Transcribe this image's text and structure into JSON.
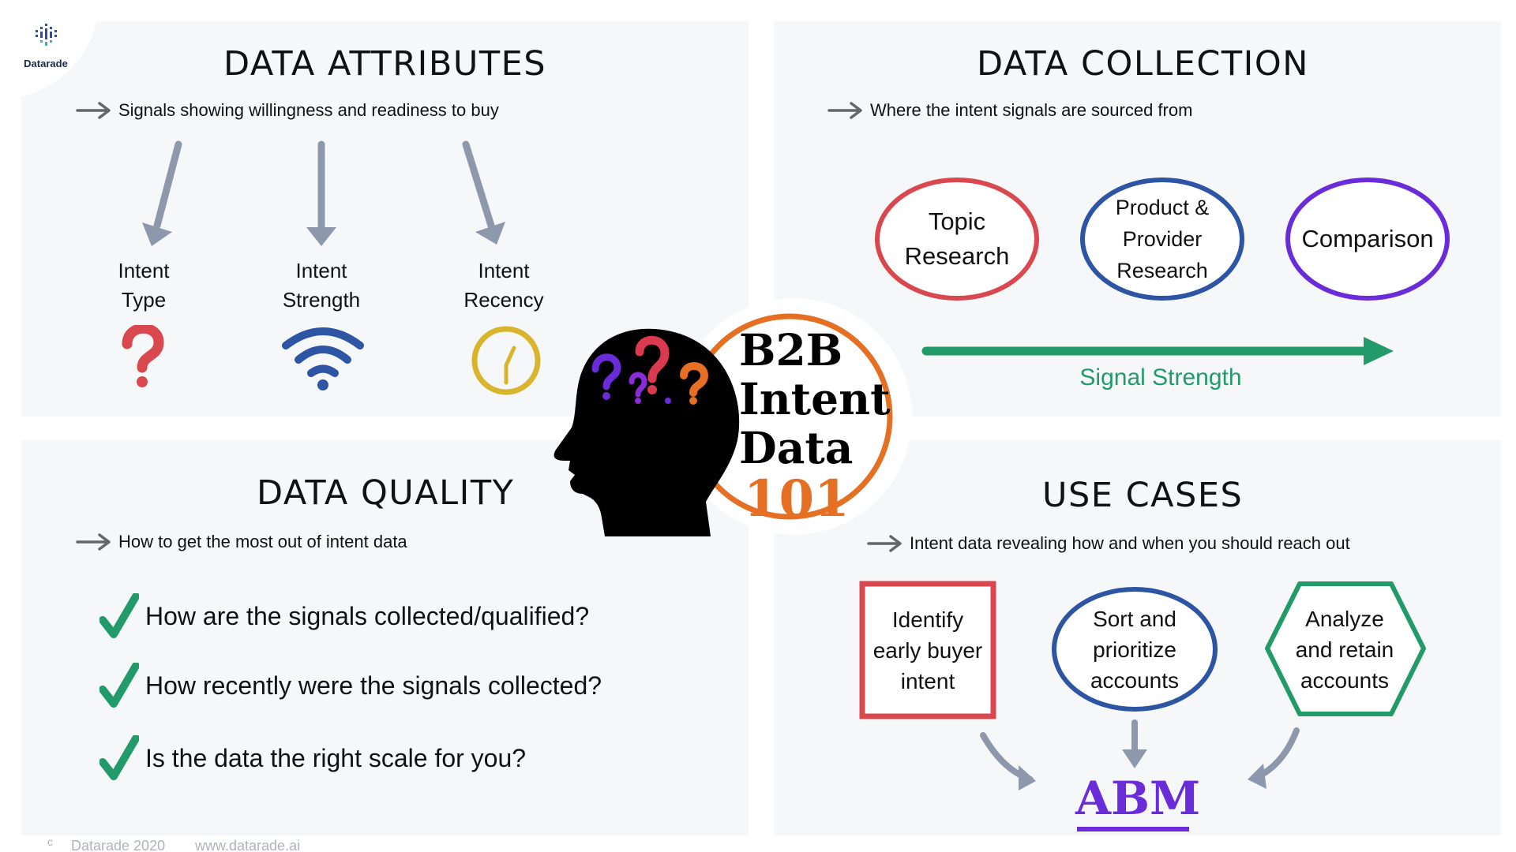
{
  "brand": {
    "name": "Datarade"
  },
  "center": {
    "line1": "B2B",
    "line2": "Intent",
    "line3": "Data",
    "number": "101"
  },
  "attributes": {
    "title": "DATA ATTRIBUTES",
    "subtitle": "Signals showing willingness and readiness to buy",
    "items": [
      {
        "line1": "Intent",
        "line2": "Type",
        "icon": "question-mark-icon"
      },
      {
        "line1": "Intent",
        "line2": "Strength",
        "icon": "wifi-icon"
      },
      {
        "line1": "Intent",
        "line2": "Recency",
        "icon": "clock-icon"
      }
    ]
  },
  "collection": {
    "title": "DATA COLLECTION",
    "subtitle": "Where the intent signals are sourced from",
    "sources": [
      {
        "lines": [
          "Topic",
          "Research"
        ],
        "color": "#d9484f"
      },
      {
        "lines": [
          "Product &",
          "Provider",
          "Research"
        ],
        "color": "#2e55a3"
      },
      {
        "lines": [
          "Comparison"
        ],
        "color": "#6a2bd8"
      }
    ],
    "strength_label": "Signal Strength",
    "strength_color": "#229a6a"
  },
  "quality": {
    "title": "DATA QUALITY",
    "subtitle": "How to get the most out of intent data",
    "questions": [
      "How are the signals collected/qualified?",
      "How recently were the signals collected?",
      "Is the data the right scale for you?"
    ],
    "check_color": "#229a6a"
  },
  "use_cases": {
    "title": "USE CASES",
    "subtitle": "Intent data revealing how and when you should reach out",
    "items": [
      {
        "lines": [
          "Identify",
          "early buyer",
          "intent"
        ],
        "shape": "rectangle",
        "color": "#d9484f"
      },
      {
        "lines": [
          "Sort and",
          "prioritize",
          "accounts"
        ],
        "shape": "ellipse",
        "color": "#2e55a3"
      },
      {
        "lines": [
          "Analyze",
          "and retain",
          "accounts"
        ],
        "shape": "hexagon",
        "color": "#229a6a"
      }
    ],
    "result": "ABM",
    "result_color": "#6a2bd8"
  },
  "footer": {
    "copyright_mark": "c",
    "text": "Datarade 2020",
    "url": "www.datarade.ai"
  },
  "colors": {
    "orange": "#e56f22",
    "grey_arrow": "#8e98ac",
    "panel_bg": "#f6f7f9"
  }
}
